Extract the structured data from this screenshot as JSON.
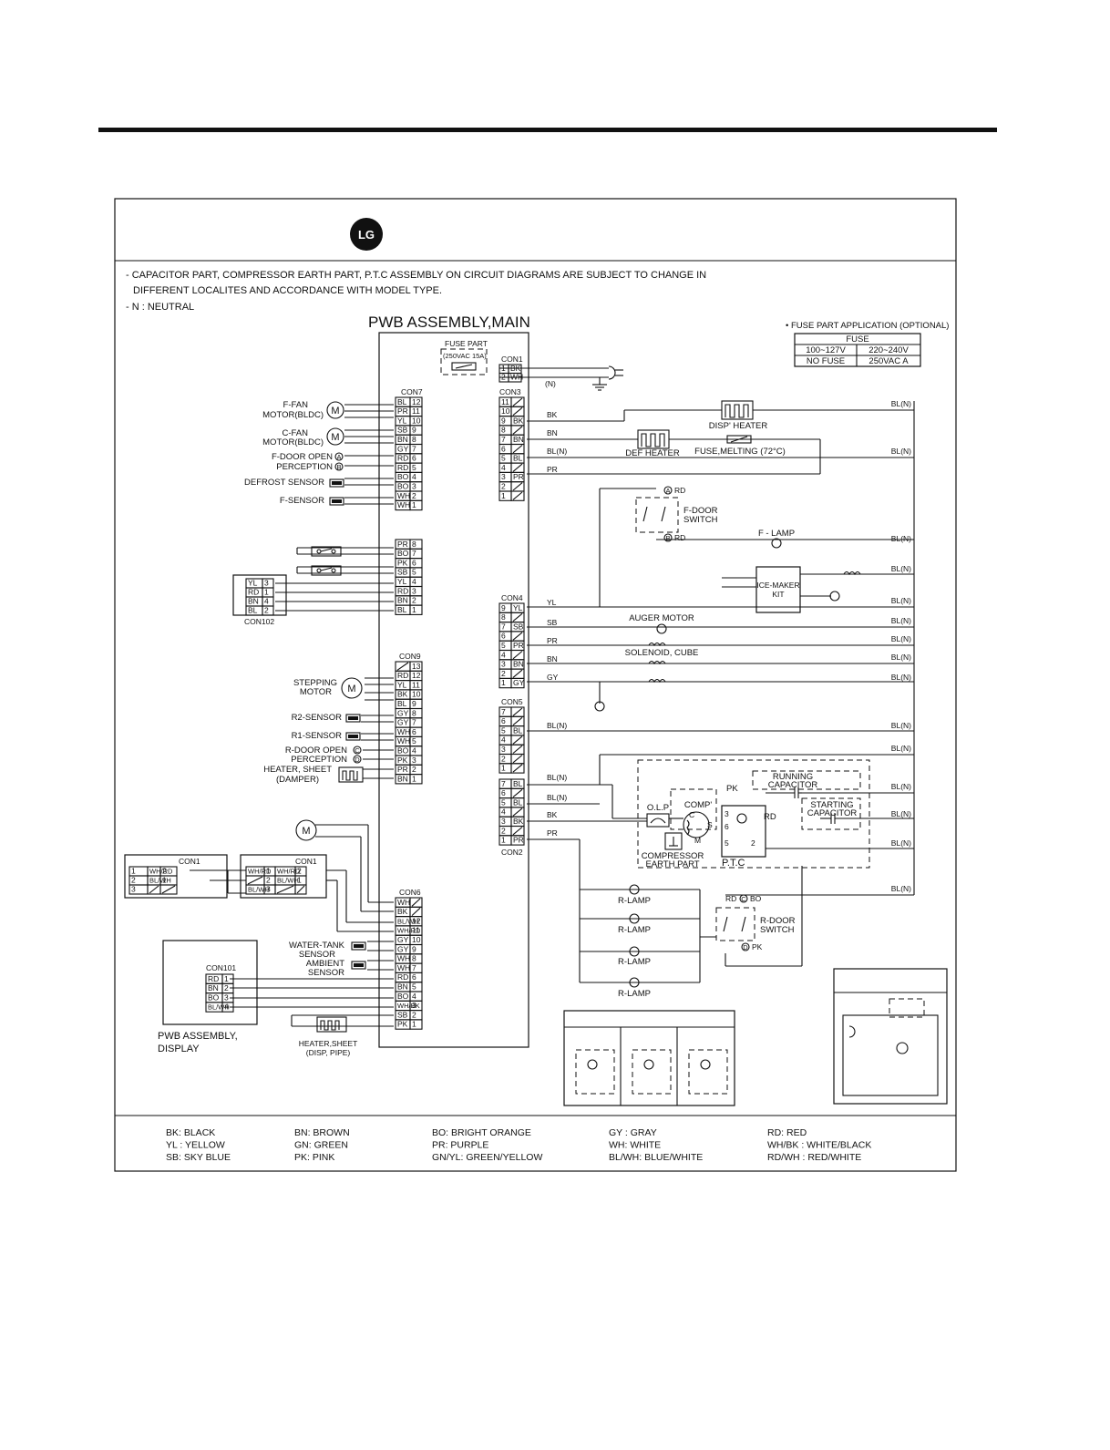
{
  "header_note": {
    "line1": "- CAPACITOR PART,  COMPRESSOR EARTH PART, P.T.C ASSEMBLY ON CIRCUIT DIAGRAMS ARE SUBJECT TO CHANGE IN",
    "line2": "DIFFERENT LOCALITES  AND ACCORDANCE WITH  MODEL TYPE.",
    "line3": "- N : NEUTRAL"
  },
  "logo_text": "LG",
  "main_title": "PWB ASSEMBLY,MAIN",
  "fuse_table": {
    "title": "• FUSE PART APPLICATION (OPTIONAL)",
    "header": "FUSE",
    "rows": [
      [
        "100~127V",
        "220~240V"
      ],
      [
        "NO FUSE",
        "250VAC    A"
      ]
    ]
  },
  "fuse_part": {
    "label": "FUSE PART",
    "rating": "(250VAC 15A)"
  },
  "connectors": {
    "con1": {
      "name": "CON1",
      "pins": [
        [
          "1",
          "BK"
        ],
        [
          "2",
          "WH"
        ]
      ]
    },
    "neutral": "(N)",
    "con3": {
      "name": "CON3",
      "pins": [
        [
          "11",
          ""
        ],
        [
          "10",
          ""
        ],
        [
          "9",
          "BK"
        ],
        [
          "8",
          ""
        ],
        [
          "7",
          "BN"
        ],
        [
          "6",
          ""
        ],
        [
          "5",
          "BL"
        ],
        [
          "4",
          ""
        ],
        [
          "3",
          "PR"
        ],
        [
          "2",
          ""
        ],
        [
          "1",
          ""
        ]
      ]
    },
    "con7": {
      "name": "CON7",
      "pins": [
        [
          "BL",
          "12"
        ],
        [
          "PR",
          "11"
        ],
        [
          "YL",
          "10"
        ],
        [
          "SB",
          "9"
        ],
        [
          "BN",
          "8"
        ],
        [
          "GY",
          "7"
        ],
        [
          "RD",
          "6"
        ],
        [
          "RD",
          "5"
        ],
        [
          "BO",
          "4"
        ],
        [
          "BO",
          "3"
        ],
        [
          "WH",
          "2"
        ],
        [
          "WH",
          "1"
        ]
      ]
    },
    "con8": {
      "pins": [
        [
          "PR",
          "8"
        ],
        [
          "BO",
          "7"
        ],
        [
          "PK",
          "6"
        ],
        [
          "SB",
          "5"
        ],
        [
          "YL",
          "4"
        ],
        [
          "RD",
          "3"
        ],
        [
          "BN",
          "2"
        ],
        [
          "BL",
          "1"
        ]
      ]
    },
    "con102": {
      "name": "CON102",
      "pins": [
        [
          "YL",
          "3"
        ],
        [
          "RD",
          "1"
        ],
        [
          "BN",
          "4"
        ],
        [
          "BL",
          "2"
        ]
      ]
    },
    "con9": {
      "name": "CON9",
      "pins": [
        [
          "",
          "13"
        ],
        [
          "RD",
          "12"
        ],
        [
          "YL",
          "11"
        ],
        [
          "BK",
          "10"
        ],
        [
          "BL",
          "9"
        ],
        [
          "GY",
          "8"
        ],
        [
          "GY",
          "7"
        ],
        [
          "WH",
          "6"
        ],
        [
          "WH",
          "5"
        ],
        [
          "BO",
          "4"
        ],
        [
          "PK",
          "3"
        ],
        [
          "PR",
          "2"
        ],
        [
          "BN",
          "1"
        ]
      ]
    },
    "con4": {
      "name": "CON4",
      "pins": [
        [
          "9",
          "YL"
        ],
        [
          "8",
          ""
        ],
        [
          "7",
          "SB"
        ],
        [
          "6",
          ""
        ],
        [
          "5",
          "PR"
        ],
        [
          "4",
          ""
        ],
        [
          "3",
          "BN"
        ],
        [
          "2",
          ""
        ],
        [
          "1",
          "GY"
        ]
      ]
    },
    "con5": {
      "name": "CON5",
      "pins": [
        [
          "7",
          ""
        ],
        [
          "6",
          ""
        ],
        [
          "5",
          "BL"
        ],
        [
          "4",
          ""
        ],
        [
          "3",
          ""
        ],
        [
          "2",
          ""
        ],
        [
          "1",
          ""
        ]
      ]
    },
    "con2": {
      "name": "CON2",
      "pins": [
        [
          "7",
          "BL"
        ],
        [
          "6",
          ""
        ],
        [
          "5",
          "BL"
        ],
        [
          "4",
          ""
        ],
        [
          "3",
          "BK"
        ],
        [
          "2",
          ""
        ],
        [
          "1",
          "PR"
        ]
      ]
    },
    "con6": {
      "name": "CON6",
      "pins": [
        [
          "WH",
          ""
        ],
        [
          "BK",
          ""
        ],
        [
          "BL/WH",
          "12"
        ],
        [
          "WH/RD",
          "11"
        ],
        [
          "GY",
          "10"
        ],
        [
          "GY",
          "9"
        ],
        [
          "WH",
          "8"
        ],
        [
          "WH",
          "7"
        ],
        [
          "RD",
          "6"
        ],
        [
          "BN",
          "5"
        ],
        [
          "BO",
          "4"
        ],
        [
          "WH/BK",
          "3"
        ],
        [
          "SB",
          "2"
        ],
        [
          "PK",
          "1"
        ]
      ]
    },
    "con101": {
      "name": "CON101",
      "pins": [
        [
          "RD",
          "1"
        ],
        [
          "BN",
          "2"
        ],
        [
          "BO",
          "3"
        ],
        [
          "BL/WH",
          "4"
        ]
      ]
    },
    "con1_a": {
      "name": "CON1",
      "pins": [
        [
          "1",
          "WH/RD",
          "2"
        ],
        [
          "2",
          "BL/WH",
          "1"
        ],
        [
          "3",
          "",
          ""
        ]
      ]
    },
    "con1_b": {
      "name": "CON1",
      "pins": [
        [
          "WH/RD",
          "1",
          "WH/RD",
          "2"
        ],
        [
          "",
          "2",
          "BL/WH",
          "1"
        ],
        [
          "BL/WH",
          "3",
          "",
          ""
        ]
      ]
    }
  },
  "left_labels": {
    "f_fan": [
      "F-FAN",
      "MOTOR(BLDC)"
    ],
    "c_fan": [
      "C-FAN",
      "MOTOR(BLDC)"
    ],
    "f_door": [
      "F-DOOR OPEN",
      "PERCEPTION"
    ],
    "defrost": "DEFROST SENSOR",
    "f_sensor": "F-SENSOR",
    "stepping": [
      "STEPPING",
      "MOTOR"
    ],
    "r2": "R2-SENSOR",
    "r1": "R1-SENSOR",
    "r_door": [
      "R-DOOR OPEN",
      "PERCEPTION"
    ],
    "heater_damper": [
      "HEATER, SHEET",
      "(DAMPER)"
    ],
    "water_tank": [
      "WATER-TANK",
      "SENSOR"
    ],
    "ambient": [
      "AMBIENT",
      "SENSOR"
    ],
    "pwb_display": [
      "PWB ASSEMBLY,",
      "DISPLAY"
    ],
    "heater_pipe": [
      "HEATER,SHEET",
      "(DISP, PIPE)"
    ]
  },
  "symbols": {
    "motor": "M",
    "a": "A",
    "b": "B",
    "c": "C",
    "d": "D"
  },
  "right_side": {
    "wire_bk": "BK",
    "wire_bn": "BN",
    "wire_bln": "BL(N)",
    "wire_pr": "PR",
    "wire_yl": "YL",
    "wire_sb": "SB",
    "wire_gy": "GY",
    "disp_heater": "DISP' HEATER",
    "def_heater": "DEF HEATER",
    "fuse_melting": "FUSE,MELTING (72°C)",
    "a_rd": "RD",
    "b_rd": "RD",
    "f_door_switch": [
      "F-DOOR",
      "SWITCH"
    ],
    "f_lamp": "F - LAMP",
    "ice_maker": [
      "ICE-MAKER",
      "KIT"
    ],
    "auger_motor": "AUGER MOTOR",
    "solenoid": "SOLENOID, CUBE",
    "running_cap": [
      "RUNNING",
      "CAPACITOR"
    ],
    "starting_cap": [
      "STARTING",
      "CAPACITOR"
    ],
    "olp": "O.L.P",
    "comp": "COMP'",
    "comp_c": "C",
    "comp_s": "S",
    "comp_m": "M",
    "pk": "PK",
    "rd": "RD",
    "ptc_pins": [
      "3",
      "6",
      "5",
      "2"
    ],
    "compressor_earth": [
      "COMPRESSOR",
      "EARTH PART"
    ],
    "ptc": "P.T.C",
    "r_lamp": "R-LAMP",
    "r_door_switch": [
      "R-DOOR",
      "SWITCH"
    ],
    "r_door_bo": "BO",
    "r_door_pk": "PK"
  },
  "color_legend": [
    [
      "BK:  BLACK",
      "YL :  YELLOW",
      "SB:  SKY BLUE"
    ],
    [
      "BN:  BROWN",
      "GN:  GREEN",
      "PK:  PINK"
    ],
    [
      "BO:  BRIGHT ORANGE",
      "PR:  PURPLE",
      "GN/YL:  GREEN/YELLOW"
    ],
    [
      "GY :  GRAY",
      "WH:  WHITE",
      "BL/WH:  BLUE/WHITE"
    ],
    [
      "RD:    RED",
      "WH/BK :  WHITE/BLACK",
      "RD/WH :  RED/WHITE"
    ]
  ]
}
